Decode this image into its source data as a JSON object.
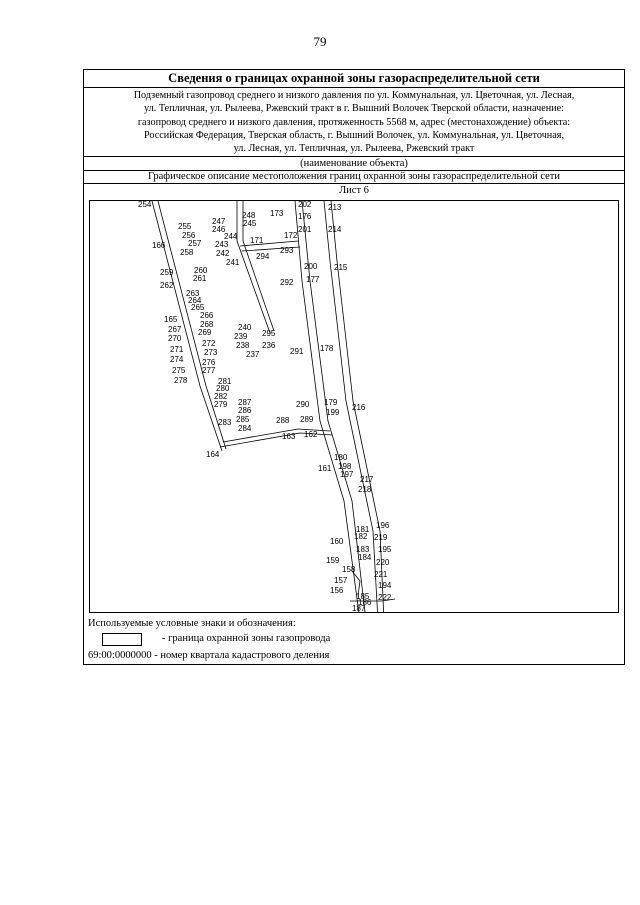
{
  "page_number": "79",
  "header": {
    "title": "Сведения о границах охранной зоны газораспределительной сети",
    "description": "Подземный газопровод среднего и низкого давления по ул. Коммунальная, ул. Цветочная, ул. Лесная,\nул. Тепличная, ул. Рылеева, Ржевский тракт в г. Вышний Волочек Тверской области, назначение:\nгазопровод среднего и низкого давления, протяженность 5568 м, адрес (местонахождение) объекта:\nРоссийская Федерация, Тверская область, г. Вышний Волочек, ул. Коммунальная, ул. Цветочная,\nул. Лесная, ул. Тепличная, ул. Рылеева, Ржевский тракт",
    "object_name_caption": "(наименование объекта)",
    "graphic_title": "Графическое описание местоположения границ охранной зоны газораспределительной сети",
    "sheet": "Лист 6"
  },
  "map": {
    "point_labels": [
      "254",
      "255",
      "256",
      "257",
      "166",
      "258",
      "247",
      "246",
      "248",
      "245",
      "244",
      "243",
      "242",
      "241",
      "171",
      "294",
      "172",
      "293",
      "173",
      "176",
      "202",
      "213",
      "201",
      "214",
      "200",
      "215",
      "292",
      "177",
      "259",
      "260",
      "261",
      "262",
      "263",
      "264",
      "265",
      "165",
      "266",
      "267",
      "268",
      "269",
      "270",
      "272",
      "271",
      "273",
      "274",
      "276",
      "275",
      "277",
      "278",
      "281",
      "280",
      "282",
      "279",
      "287",
      "286",
      "283",
      "285",
      "284",
      "164",
      "240",
      "239",
      "295",
      "238",
      "236",
      "237",
      "291",
      "178",
      "290",
      "179",
      "199",
      "216",
      "288",
      "289",
      "163",
      "162",
      "180",
      "161",
      "198",
      "197",
      "217",
      "218",
      "196",
      "181",
      "182",
      "160",
      "219",
      "183",
      "184",
      "195",
      "159",
      "220",
      "158",
      "221",
      "157",
      "156",
      "194",
      "185",
      "186",
      "222",
      "187"
    ]
  },
  "legend": {
    "title": "Используемые условные знаки и обозначения:",
    "zone_boundary": "-  граница охранной зоны газопровода",
    "cadastral_code": "69:00:0000000",
    "cadastral_text": " -  номер квартала кадастрового деления"
  }
}
